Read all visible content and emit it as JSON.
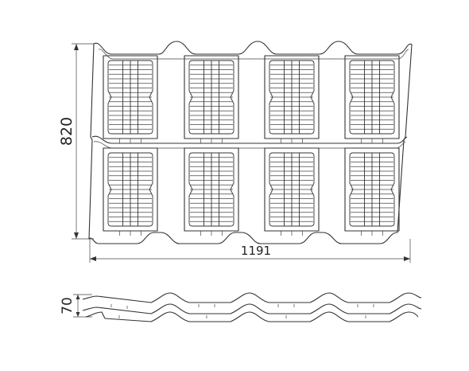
{
  "dimensions": {
    "height": "820",
    "width": "1191",
    "thickness": "70"
  },
  "colors": {
    "line": "#333333",
    "background": "#ffffff"
  },
  "tile": {
    "columns": 4,
    "rows": 2
  }
}
